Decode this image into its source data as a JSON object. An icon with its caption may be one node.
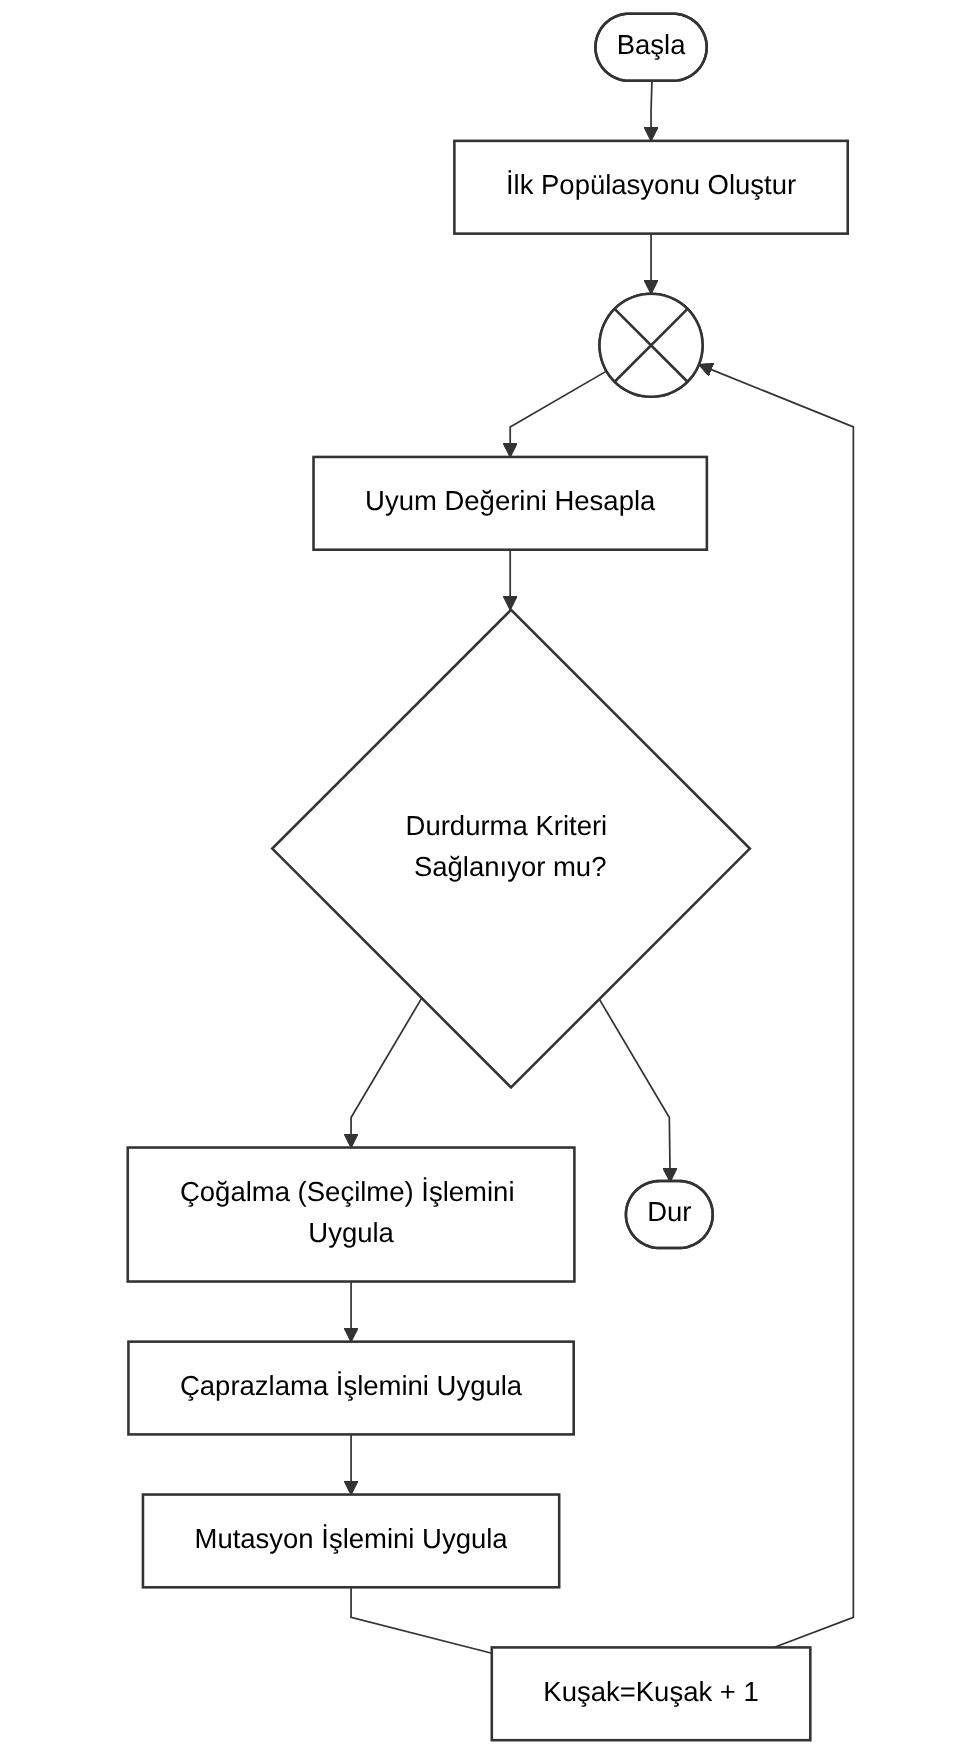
{
  "diagram": {
    "nodes": [
      {
        "text": [
          "Başla"
        ]
      },
      {
        "text": [
          "İlk Popülasyonu Oluştur"
        ]
      },
      {
        "text": [],
        "shape": "circle"
      },
      {
        "text": [
          "Uyum Değerini Hesapla"
        ]
      },
      {
        "text": [
          "Durdurma Kriteri Sağlanıyor mu?"
        ]
      },
      {
        "text": [
          "Çoğalma (Seçilme) İşlemini Uygula"
        ]
      },
      {
        "text": [
          "Kuşak=Kuşak + 1"
        ]
      },
      {
        "text": [
          "Çaprazlama İşlemini Uygula"
        ]
      },
      {
        "text": [
          "Dur"
        ]
      },
      {
        "text": [
          "Mutasyon İşlemini Uygula"
        ]
      }
    ],
    "edges": [
      {
        "from": 0,
        "to": 1,
        "arrow": "to"
      },
      {
        "from": 1,
        "to": 2,
        "arrow": "to"
      },
      {
        "from": 2,
        "to": 3,
        "arrow": "to"
      },
      {
        "from": 3,
        "to": 4,
        "arrow": "to"
      },
      {
        "from": 4,
        "to": 5,
        "arrow": "to"
      },
      {
        "from": 4,
        "to": 8,
        "arrow": "to"
      },
      {
        "from": 5,
        "to": 7,
        "arrow": "to"
      },
      {
        "from": 7,
        "to": 9,
        "arrow": "to"
      },
      {
        "from": 9,
        "to": 6,
        "arrow": "none"
      },
      {
        "from": 6,
        "to": 2,
        "arrow": "to"
      }
    ]
  }
}
